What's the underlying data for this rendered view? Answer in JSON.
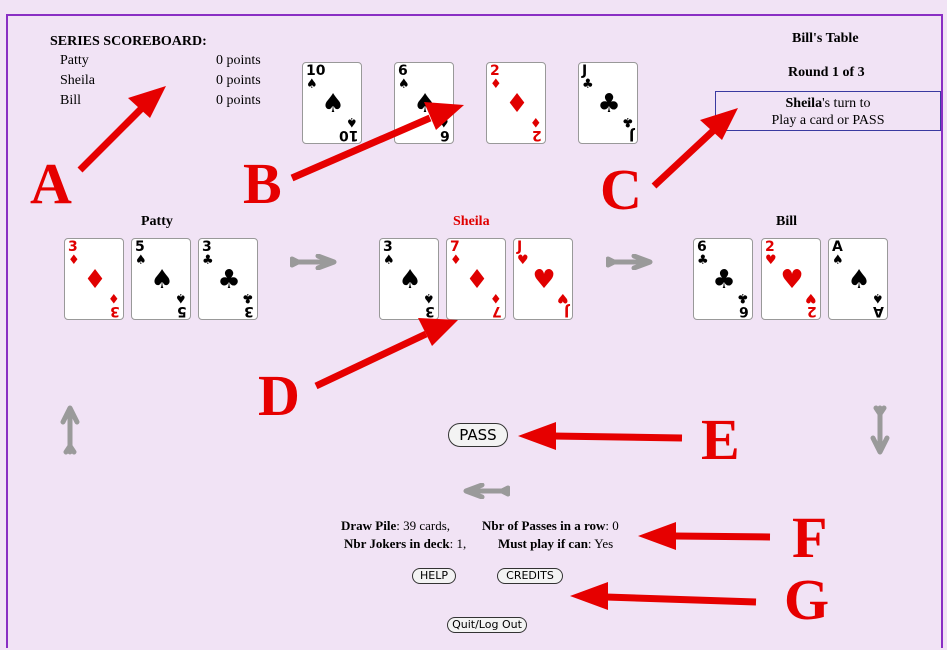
{
  "scoreboard": {
    "title": "SERIES SCOREBOARD:",
    "rows": [
      {
        "name": "Patty",
        "points": "0 points"
      },
      {
        "name": "Sheila",
        "points": "0 points"
      },
      {
        "name": "Bill",
        "points": "0 points"
      }
    ]
  },
  "table": {
    "name": "Bill's Table",
    "round": "Round 1 of 3",
    "turn_player": "Sheila",
    "turn_suffix": "'s turn to",
    "turn_action": "Play a card or PASS"
  },
  "played_cards": [
    {
      "rank": "10",
      "suit": "♠",
      "color": "black"
    },
    {
      "rank": "6",
      "suit": "♠",
      "color": "black"
    },
    {
      "rank": "2",
      "suit": "♦",
      "color": "red"
    },
    {
      "rank": "J",
      "suit": "♣",
      "color": "black"
    }
  ],
  "players": [
    {
      "name": "Patty",
      "active": false,
      "cards": [
        {
          "rank": "3",
          "suit": "♦",
          "color": "red"
        },
        {
          "rank": "5",
          "suit": "♠",
          "color": "black"
        },
        {
          "rank": "3",
          "suit": "♣",
          "color": "black"
        }
      ]
    },
    {
      "name": "Sheila",
      "active": true,
      "cards": [
        {
          "rank": "3",
          "suit": "♠",
          "color": "black"
        },
        {
          "rank": "7",
          "suit": "♦",
          "color": "red"
        },
        {
          "rank": "J",
          "suit": "♥",
          "color": "red"
        }
      ]
    },
    {
      "name": "Bill",
      "active": false,
      "cards": [
        {
          "rank": "6",
          "suit": "♣",
          "color": "black"
        },
        {
          "rank": "2",
          "suit": "♥",
          "color": "red"
        },
        {
          "rank": "A",
          "suit": "♠",
          "color": "black"
        }
      ]
    }
  ],
  "buttons": {
    "pass": "PASS",
    "help": "HELP",
    "credits": "CREDITS",
    "quit": "Quit/Log Out"
  },
  "stats": {
    "draw_pile_label": "Draw Pile",
    "draw_pile_value": ": 39 cards,",
    "passes_label": "Nbr of Passes in a row",
    "passes_value": ": 0",
    "jokers_label": "Nbr Jokers in deck",
    "jokers_value": ": 1,",
    "must_play_label": "Must play if can",
    "must_play_value": ": Yes"
  },
  "annotations": [
    "A",
    "B",
    "C",
    "D",
    "E",
    "F",
    "G"
  ],
  "colors": {
    "accent": "#e60000",
    "frame": "#8a2fc4",
    "background": "#f1e3f5",
    "active_player": "#e00000"
  }
}
